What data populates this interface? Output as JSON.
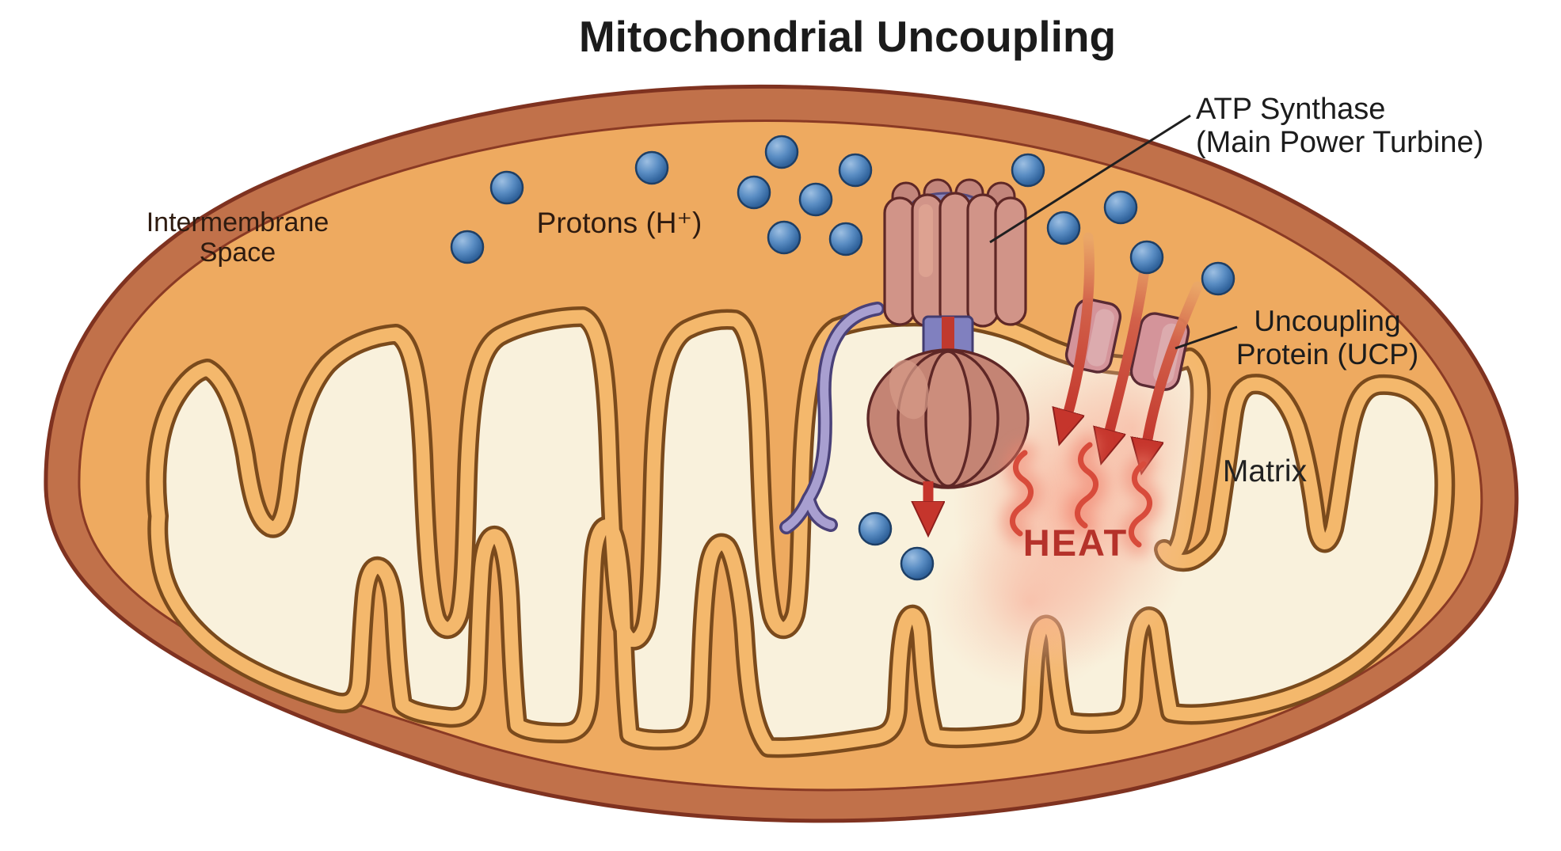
{
  "title": "Mitochondrial Uncoupling",
  "labels": {
    "intermembrane_space_line1": "Intermembrane",
    "intermembrane_space_line2": "Space",
    "protons": "Protons (H⁺)",
    "atp_synthase_line1": "ATP Synthase",
    "atp_synthase_line2": "(Main Power Turbine)",
    "ucp_line1": "Uncoupling",
    "ucp_line2": "Protein (UCP)",
    "matrix": "Matrix",
    "heat": "HEAT"
  },
  "diagram": {
    "proton_count_intermembrane_space": 14,
    "proton_count_matrix": 2,
    "ucp_proton_arrow_count": 3,
    "heat_squiggle_count": 3
  },
  "colors": {
    "background": "#ffffff",
    "title_text": "#1b1b1b",
    "label_text_dark_brown": "#2e1b10",
    "label_text_black": "#1c1c1c",
    "outer_membrane": "#c1714a",
    "outer_membrane_outline": "#7f3220",
    "intermembrane_space": "#eeaa60",
    "inner_membrane_band": "#f4b86c",
    "inner_membrane_outline": "#7a4a1c",
    "matrix_fill": "#f9f1dc",
    "proton_blue": "#4a80b8",
    "proton_outline": "#1e3f66",
    "atp_c_ring_pink": "#d19488",
    "atp_f1_head": "#c48474",
    "atp_stalk_purple": "#8080bf",
    "atp_stalk_red_core": "#c0392e",
    "stator_purple": "#a89fd0",
    "ucp_pink": "#d4949a",
    "arrow_red": "#c5352c",
    "heat_text": "#b5322a",
    "heat_glow": "#f7a58f"
  }
}
